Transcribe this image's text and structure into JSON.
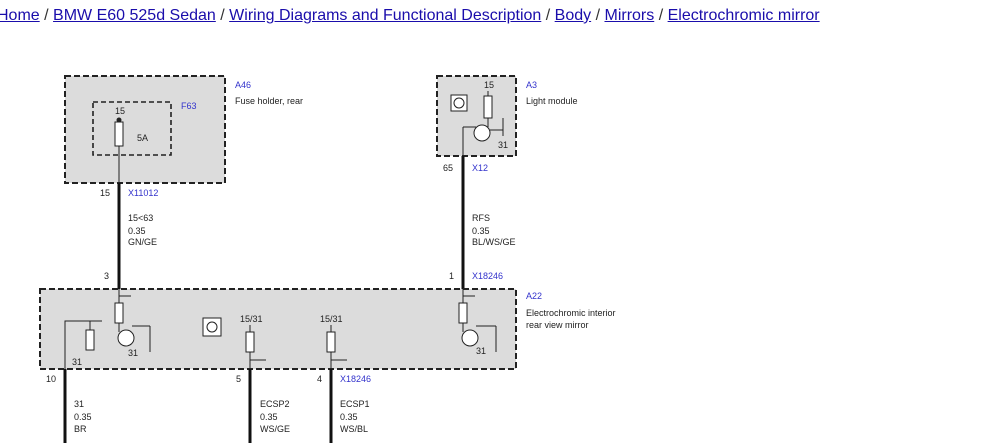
{
  "breadcrumb": {
    "home": "Home",
    "car": "BMW E60 525d Sedan",
    "section": "Wiring Diagrams and Functional Description",
    "category": "Body",
    "subcategory": "Mirrors",
    "current": "Electrochromic mirror",
    "separator": "/"
  },
  "components": {
    "a46": {
      "id": "A46",
      "name": "Fuse holder, rear"
    },
    "f63": {
      "id": "F63",
      "pin": "15",
      "rating": "5A"
    },
    "a3": {
      "id": "A3",
      "name": "Light module",
      "pin": "15"
    },
    "a22": {
      "id": "A22",
      "name_line1": "Electrochromic interior",
      "name_line2": "rear view mirror"
    }
  },
  "connectors": {
    "x11012": {
      "id": "X11012",
      "pin": "15"
    },
    "x12": {
      "id": "X12",
      "pin": "65"
    },
    "x18246_top": {
      "id": "X18246",
      "pin_left": "3",
      "pin_right": "1"
    },
    "x18246_bottom": {
      "id": "X18246",
      "pin_a": "10",
      "pin_b": "5",
      "pin_c": "4"
    }
  },
  "wires": {
    "w1": {
      "signal": "15<63",
      "size": "0.35",
      "color": "GN/GE"
    },
    "w2": {
      "signal": "RFS",
      "size": "0.35",
      "color": "BL/WS/GE"
    },
    "w3": {
      "signal": "31",
      "size": "0.35",
      "color": "BR"
    },
    "w4": {
      "signal": "ECSP2",
      "size": "0.35",
      "color": "WS/GE"
    },
    "w5": {
      "signal": "ECSP1",
      "size": "0.35",
      "color": "WS/BL"
    }
  },
  "internal_labels": {
    "a3_ground": "31",
    "a22_left_ground": "31",
    "a22_transistor_ground": "31",
    "a22_in1": "15/31",
    "a22_in2": "15/31",
    "a22_right_ground": "31"
  }
}
